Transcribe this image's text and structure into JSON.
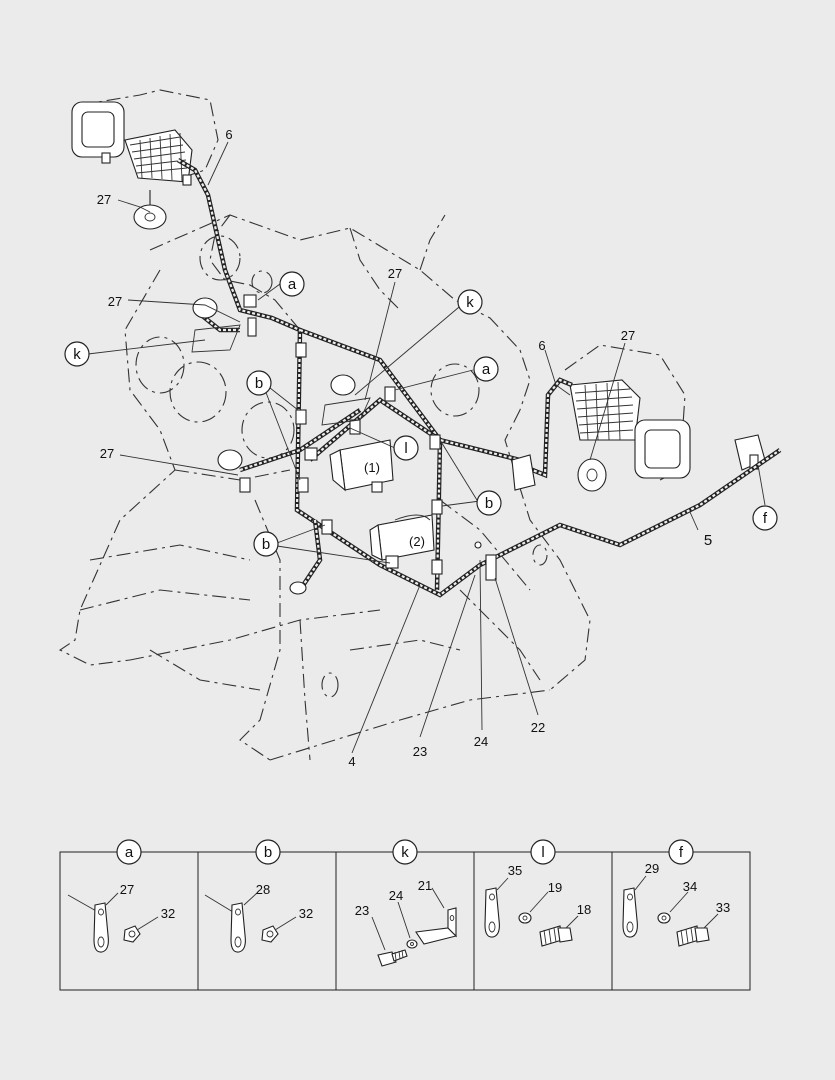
{
  "callouts": {
    "c6a": "6",
    "c27a": "27",
    "c27b": "27",
    "c27c": "27",
    "c27d": "27",
    "c27e": "27",
    "c6b": "6",
    "c5": "5",
    "c4": "4",
    "c23": "23",
    "c24": "24",
    "c22": "22",
    "m1": "(1)",
    "m2": "(2)"
  },
  "letters": {
    "a1": "a",
    "a2": "a",
    "k1": "k",
    "k2": "k",
    "b1": "b",
    "b2": "b",
    "b3": "b",
    "l1": "l",
    "f1": "f"
  },
  "detail_panels": [
    {
      "letter": "a",
      "parts": [
        "27",
        "32"
      ]
    },
    {
      "letter": "b",
      "parts": [
        "28",
        "32"
      ]
    },
    {
      "letter": "k",
      "parts": [
        "23",
        "24",
        "21"
      ]
    },
    {
      "letter": "l",
      "parts": [
        "35",
        "19",
        "18"
      ]
    },
    {
      "letter": "f",
      "parts": [
        "29",
        "34",
        "33"
      ]
    }
  ]
}
